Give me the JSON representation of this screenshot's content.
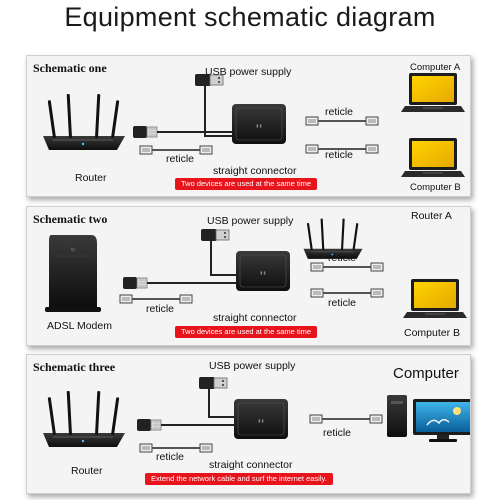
{
  "title": "Equipment schematic diagram",
  "panels": [
    {
      "title": "Schematic one",
      "usb": "USB power supply",
      "reticle_1": "reticle",
      "reticle_2": "reticle",
      "reticle_3": "reticle",
      "connector": "straight connector",
      "source": "Router",
      "device_a": "Computer A",
      "device_b": "Computer B",
      "banner": "Two devices are used at the same time"
    },
    {
      "title": "Schematic two",
      "usb": "USB power supply",
      "reticle_1": "reticle",
      "reticle_2": "reticle",
      "reticle_3": "reticle",
      "connector": "straight connector",
      "source": "ADSL Modem",
      "device_a": "Router A",
      "device_b": "Computer B",
      "banner": "Two devices are used at the same time"
    },
    {
      "title": "Schematic three",
      "usb": "USB power supply",
      "reticle_1": "reticle",
      "reticle_2": "reticle",
      "connector": "straight connector",
      "source": "Router",
      "device_a": "Computer",
      "banner": "Extend the network cable and surf the internet easily."
    }
  ],
  "colors": {
    "banner": "#e8141c",
    "screen": "#f2c200",
    "device": "#1b1b1b"
  }
}
